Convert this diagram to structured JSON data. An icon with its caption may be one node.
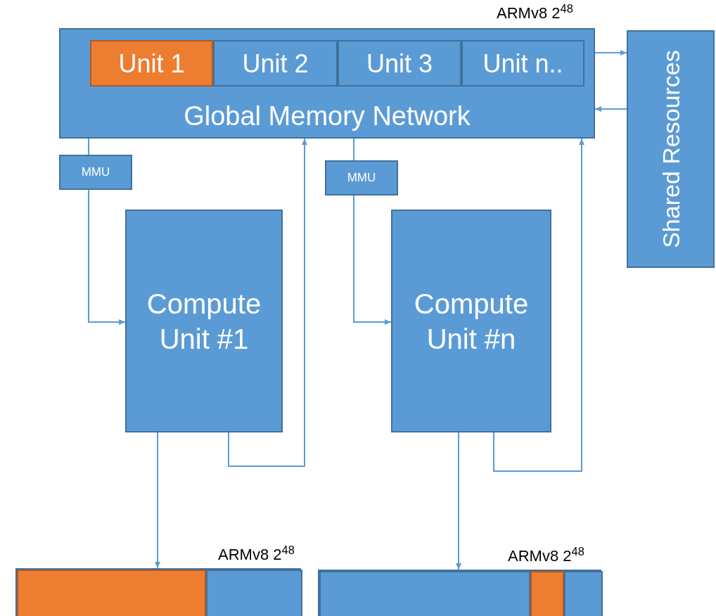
{
  "diagram": {
    "nodes": [
      {
        "text": [
          "Global Memory Network"
        ],
        "beside": [
          "ARMv8 2$^{48}$"
        ]
      },
      {
        "text": [
          "Unit 1"
        ],
        "in": 0
      },
      {
        "text": [
          "Unit 2"
        ],
        "in": 0
      },
      {
        "text": [
          "Unit 3"
        ],
        "in": 0
      },
      {
        "text": [
          "Unit n.."
        ],
        "in": 0
      },
      {
        "text": [
          "Shared Resources"
        ]
      },
      {
        "text": [
          "MMU"
        ]
      },
      {
        "text": [
          "Compute Unit #1"
        ]
      },
      {
        "text": [
          "MMU"
        ]
      },
      {
        "text": [
          "Compute Unit #n"
        ]
      },
      {
        "text": [],
        "shape": "bar",
        "beside": [
          "ARMv8 2$^{48}$"
        ]
      },
      {
        "text": [],
        "shape": "bar",
        "in": 10
      },
      {
        "text": [],
        "shape": "bar",
        "in": 10
      },
      {
        "text": [],
        "shape": "bar",
        "beside": [
          "ARMv8 2$^{48}$"
        ]
      },
      {
        "text": [],
        "shape": "bar",
        "in": 13
      },
      {
        "text": [],
        "shape": "bar",
        "in": 13
      },
      {
        "text": [],
        "shape": "bar",
        "in": 13
      }
    ],
    "edges": [
      {
        "from": 0,
        "to": 6,
        "arrow": "none"
      },
      {
        "from": 6,
        "to": 7,
        "arrow": "to"
      },
      {
        "from": 7,
        "to": 0,
        "arrow": "to"
      },
      {
        "from": 0,
        "to": 8,
        "arrow": "none"
      },
      {
        "from": 8,
        "to": 9,
        "arrow": "to"
      },
      {
        "from": 9,
        "to": 0,
        "arrow": "to"
      },
      {
        "from": 0,
        "to": 5,
        "arrow": "to"
      },
      {
        "from": 5,
        "to": 0,
        "arrow": "to"
      },
      {
        "from": 7,
        "to": 11,
        "arrow": "to"
      },
      {
        "from": 9,
        "to": 14,
        "arrow": "to"
      }
    ]
  }
}
